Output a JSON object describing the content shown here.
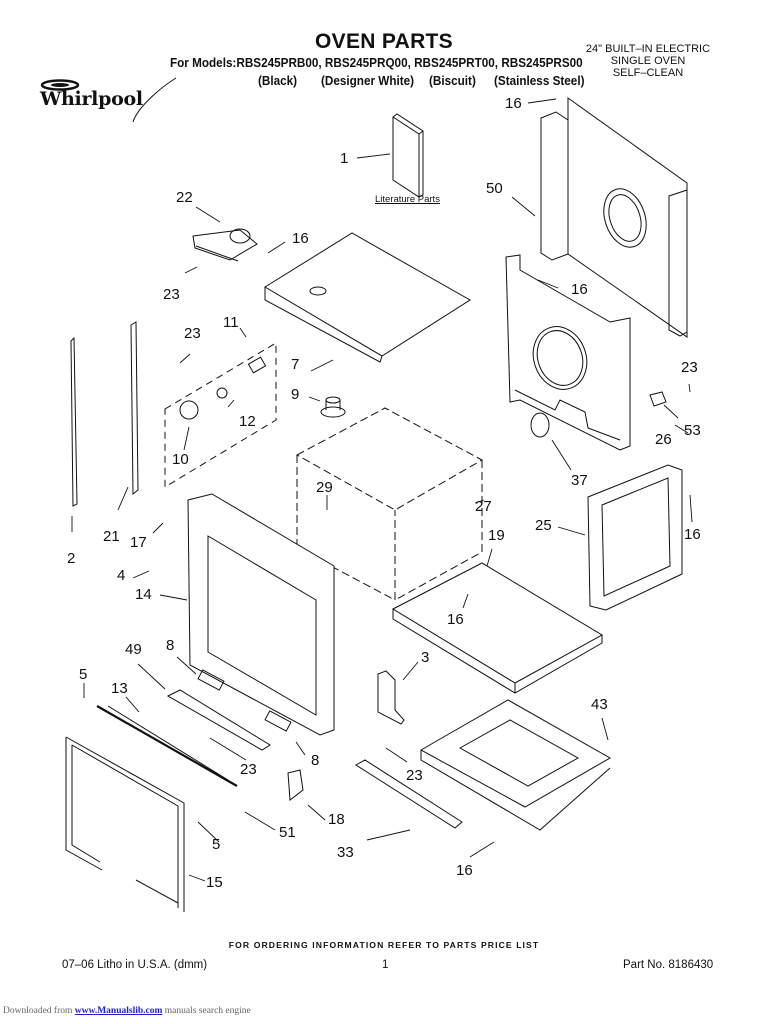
{
  "header": {
    "title": "OVEN PARTS",
    "models_line": "For Models:RBS245PRB00, RBS245PRQ00, RBS245PRT00, RBS245PRS00",
    "colors": [
      "(Black)",
      "(Designer White)",
      "(Biscuit)",
      "(Stainless Steel)"
    ],
    "product_description": [
      "24\" BUILT–IN ELECTRIC",
      "SINGLE OVEN",
      "SELF–CLEAN"
    ],
    "brand": "Whirlpool"
  },
  "diagram": {
    "literature_label": "Literature Parts",
    "callouts": [
      {
        "id": "c-1",
        "label": "1"
      },
      {
        "id": "c-16a",
        "label": "16"
      },
      {
        "id": "c-50",
        "label": "50"
      },
      {
        "id": "c-22",
        "label": "22"
      },
      {
        "id": "c-16b",
        "label": "16"
      },
      {
        "id": "c-23a",
        "label": "23"
      },
      {
        "id": "c-16c",
        "label": "16"
      },
      {
        "id": "c-23b",
        "label": "23"
      },
      {
        "id": "c-11",
        "label": "11"
      },
      {
        "id": "c-7",
        "label": "7"
      },
      {
        "id": "c-23c",
        "label": "23"
      },
      {
        "id": "c-9",
        "label": "9"
      },
      {
        "id": "c-12",
        "label": "12"
      },
      {
        "id": "c-10",
        "label": "10"
      },
      {
        "id": "c-53",
        "label": "53"
      },
      {
        "id": "c-26",
        "label": "26"
      },
      {
        "id": "c-37",
        "label": "37"
      },
      {
        "id": "c-29",
        "label": "29"
      },
      {
        "id": "c-27",
        "label": "27"
      },
      {
        "id": "c-21",
        "label": "21"
      },
      {
        "id": "c-17",
        "label": "17"
      },
      {
        "id": "c-2",
        "label": "2"
      },
      {
        "id": "c-4",
        "label": "4"
      },
      {
        "id": "c-25",
        "label": "25"
      },
      {
        "id": "c-16d",
        "label": "16"
      },
      {
        "id": "c-19",
        "label": "19"
      },
      {
        "id": "c-14",
        "label": "14"
      },
      {
        "id": "c-16e",
        "label": "16"
      },
      {
        "id": "c-8a",
        "label": "8"
      },
      {
        "id": "c-49",
        "label": "49"
      },
      {
        "id": "c-3",
        "label": "3"
      },
      {
        "id": "c-5a",
        "label": "5"
      },
      {
        "id": "c-13",
        "label": "13"
      },
      {
        "id": "c-43",
        "label": "43"
      },
      {
        "id": "c-23d",
        "label": "23"
      },
      {
        "id": "c-8b",
        "label": "8"
      },
      {
        "id": "c-23e",
        "label": "23"
      },
      {
        "id": "c-18",
        "label": "18"
      },
      {
        "id": "c-51",
        "label": "51"
      },
      {
        "id": "c-5b",
        "label": "5"
      },
      {
        "id": "c-33",
        "label": "33"
      },
      {
        "id": "c-16f",
        "label": "16"
      },
      {
        "id": "c-15",
        "label": "15"
      }
    ]
  },
  "footer": {
    "ordering_note": "FOR ORDERING INFORMATION REFER TO PARTS PRICE LIST",
    "litho": "07–06 Litho in U.S.A. (dmm)",
    "page_number": "1",
    "part_number": "Part No. 8186430",
    "download_prefix": "Downloaded from ",
    "download_link": "www.Manualslib.com",
    "download_suffix": " manuals search engine"
  }
}
